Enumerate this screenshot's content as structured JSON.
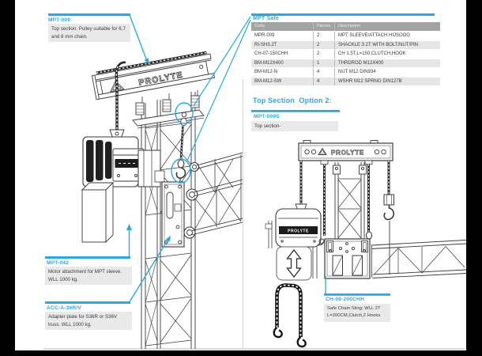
{
  "colors": {
    "accent": "#2aa9e0",
    "callout_bg": "#e9e9e9",
    "table_header_bg": "#a3a3a3",
    "table_row_alt": "#e6e6e6",
    "line": "#3a3a3a",
    "frame": "#000000"
  },
  "parts_table": {
    "title": "MPT Safe",
    "columns": [
      "Code",
      "Pieces",
      "Description"
    ],
    "rows": [
      [
        "MPR-009",
        "2",
        "MPT SLEEVE/ATTACH HIJSOOG"
      ],
      [
        "RI-SH3.2T",
        "2",
        "SHACKLE 3 2T WITH BOLT/NUT/PIN"
      ],
      [
        "CH-07-150CHH",
        "2",
        "CH 1.5T,L=150,CLUTCH,HOOK"
      ],
      [
        "BM-M12X400",
        "1",
        "THRDROD M12X400"
      ],
      [
        "BM-M12-N",
        "4",
        "NUT M12 DIN934"
      ],
      [
        "BM-M12-SW",
        "4",
        "WSHR M12 SPRNG DIN127B"
      ]
    ]
  },
  "option2": {
    "heading": "Top Section  Option 2:"
  },
  "callouts": {
    "mpt_009": {
      "code": "MPT-009",
      "line1": "Top section. Pulley suitable for 6,7",
      "line2": "and 8 mm chain."
    },
    "mpt_042": {
      "code": "MPT-042",
      "line1": "Motor attachment for MPT sleeve.",
      "line2": "WLL 1000 kg."
    },
    "acc_a36": {
      "code": "ACC-A-36R/V",
      "line1": "Adapter plate for S36R or S36V",
      "line2": "truss. WLL 1000 kg."
    },
    "ch_08": {
      "code": "CH-08-200CHH",
      "line1": "Safe Chain Sling; WLL 2T",
      "line2": "L=200CM,Clutch,2 Hooks"
    },
    "mpt_009s": {
      "code": "MPT-009S",
      "line1": "Top section-"
    }
  },
  "drawing_labels": {
    "beam_brand": "PROLYTE",
    "option2_beam_brand": "PROLYTE",
    "motor_brand": "PROLYTE"
  }
}
